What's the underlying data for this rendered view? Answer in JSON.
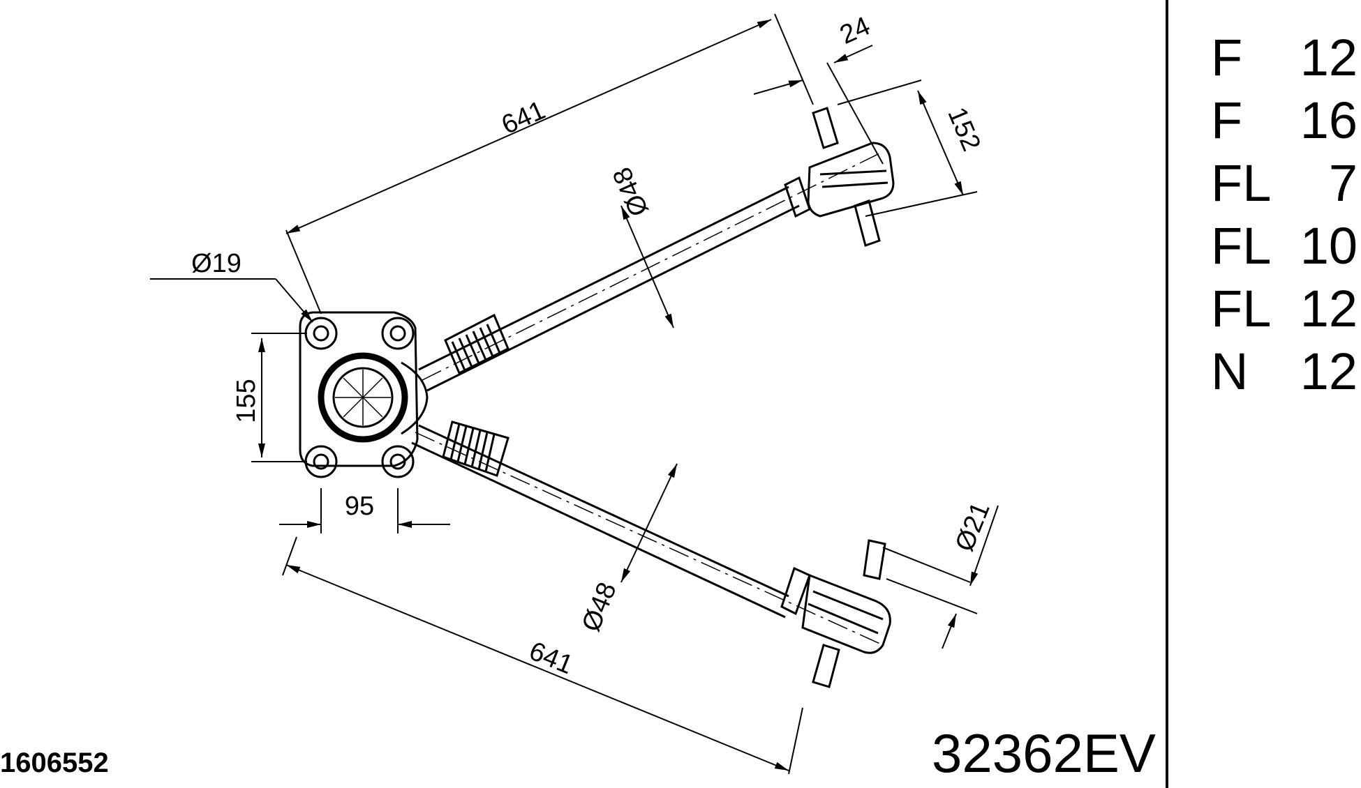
{
  "drawing": {
    "dimensions": {
      "length_upper": "641",
      "length_lower": "641",
      "pin_diameter": "24",
      "bushing_width": "152",
      "tube_diameter_upper": "Ø48",
      "tube_diameter_lower": "Ø48",
      "hole_diameter": "Ø19",
      "hole_spacing_vertical": "155",
      "hole_spacing_horizontal": "95",
      "stud_diameter": "Ø21"
    }
  },
  "applications": [
    {
      "model": "F",
      "value": "12"
    },
    {
      "model": "F",
      "value": "16"
    },
    {
      "model": "FL",
      "value": "7"
    },
    {
      "model": "FL",
      "value": "10"
    },
    {
      "model": "FL",
      "value": "12"
    },
    {
      "model": "N",
      "value": "12"
    }
  ],
  "codes": {
    "reference": "1606552",
    "part_number": "32362EV"
  }
}
